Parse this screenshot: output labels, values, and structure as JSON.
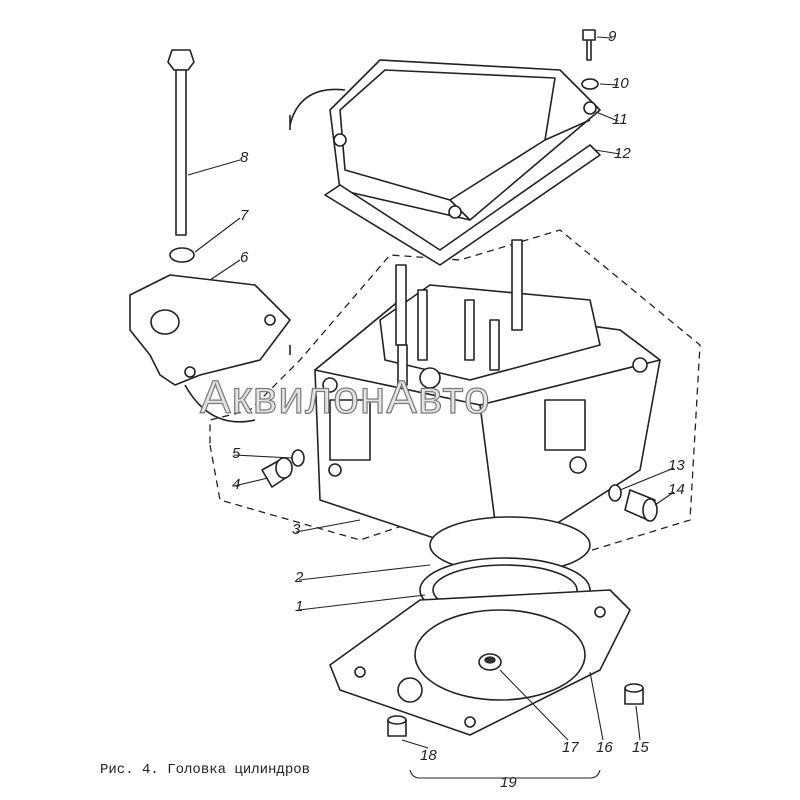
{
  "caption": "Рис. 4. Головка цилиндров",
  "watermark": "АквилонАвто",
  "callouts": {
    "n1": "1",
    "n2": "2",
    "n3": "3",
    "n4": "4",
    "n5": "5",
    "n6": "6",
    "n7": "7",
    "n8": "8",
    "n9": "9",
    "n10": "10",
    "n11": "11",
    "n12": "12",
    "n13": "13",
    "n14": "14",
    "n15": "15",
    "n16": "16",
    "n17": "17",
    "n18": "18",
    "n19": "19"
  }
}
